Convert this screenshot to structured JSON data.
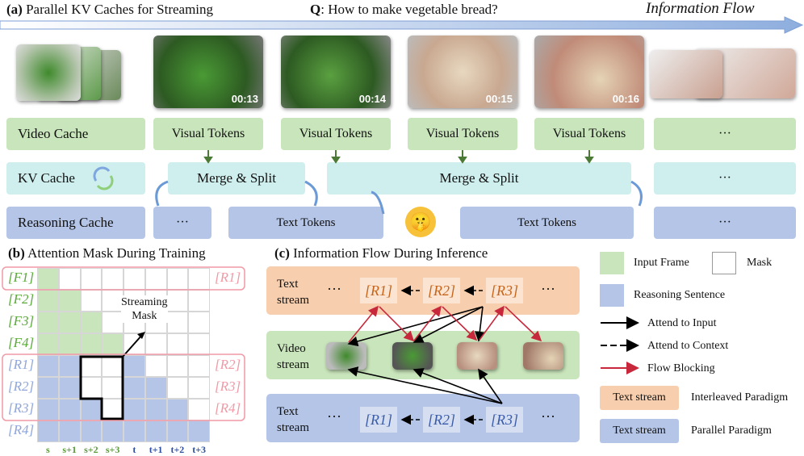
{
  "header": {
    "a_tag": "(a)",
    "a_title": "Parallel KV Caches for Streaming",
    "q_tag": "Q",
    "question": ": How to make vegetable bread?",
    "flow": "Information Flow"
  },
  "timestamps": [
    "00:13",
    "00:14",
    "00:15",
    "00:16"
  ],
  "rows": {
    "video_cache": "Video Cache",
    "kv_cache": "KV Cache",
    "reasoning_cache": "Reasoning Cache"
  },
  "visual_tokens": "Visual Tokens",
  "merge_split": "Merge & Split",
  "text_tokens": "Text Tokens",
  "ellipsis": "···",
  "b": {
    "tag": "(b)",
    "title": "Attention Mask During Training",
    "streaming_mask": "Streaming\nMask",
    "left_labels": [
      "F1",
      "F2",
      "F3",
      "F4",
      "R1",
      "R2",
      "R3",
      "R4"
    ],
    "right_labels": [
      "R1",
      "R2",
      "R3",
      "R4"
    ],
    "col_labels": [
      "s",
      "s+1",
      "s+2",
      "s+3",
      "t",
      "t+1",
      "t+2",
      "t+3"
    ],
    "mask": [
      [
        1,
        0,
        0,
        0,
        0,
        0,
        0,
        0
      ],
      [
        1,
        1,
        0,
        0,
        0,
        0,
        0,
        0
      ],
      [
        1,
        1,
        1,
        0,
        0,
        0,
        0,
        0
      ],
      [
        1,
        1,
        1,
        1,
        0,
        0,
        0,
        0
      ],
      [
        2,
        2,
        0,
        0,
        2,
        0,
        0,
        0
      ],
      [
        2,
        2,
        0,
        0,
        2,
        2,
        0,
        0
      ],
      [
        2,
        2,
        2,
        0,
        2,
        2,
        2,
        0
      ],
      [
        2,
        2,
        2,
        2,
        2,
        2,
        2,
        2
      ]
    ]
  },
  "c": {
    "tag": "(c)",
    "title": "Information Flow During Inference",
    "text_stream": "Text\nstream",
    "video_stream": "Video\nstream",
    "r": [
      "R1",
      "R2",
      "R3"
    ]
  },
  "legend": {
    "input_frame": "Input Frame",
    "mask": "Mask",
    "reasoning_sentence": "Reasoning Sentence",
    "attend_input": "Attend to Input",
    "attend_context": "Attend to Context",
    "flow_blocking": "Flow Blocking",
    "text_stream": "Text stream",
    "interleaved": "Interleaved Paradigm",
    "parallel": "Parallel Paradigm"
  },
  "colors": {
    "green": "#c9e5bb",
    "cyan": "#cfeeee",
    "blue": "#b4c5e8",
    "orange": "#f7cfae",
    "red": "#c8283c",
    "pink": "#f19aa6"
  }
}
